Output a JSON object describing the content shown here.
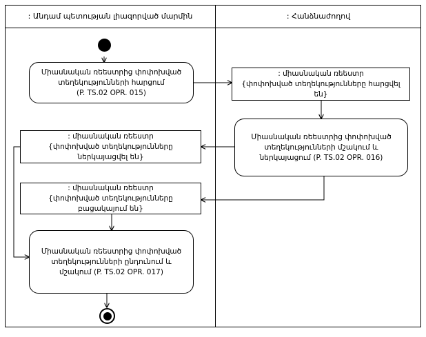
{
  "diagram": {
    "type": "uml-activity-diagram",
    "swimlanes": [
      {
        "id": "lane-left",
        "title": ": Անդամ պետության լիազորված մարմին"
      },
      {
        "id": "lane-right",
        "title": ": Հանձնաժողով"
      }
    ],
    "nodes": [
      {
        "id": "initial",
        "kind": "initial",
        "lane": "lane-left"
      },
      {
        "id": "act-015",
        "kind": "activity",
        "lane": "lane-left",
        "line1": "Միասնական ռեեստրից փոփոխված",
        "line2": "տեղեկությունների հարցում",
        "line3": "(P. TS.02 OPR. 015)"
      },
      {
        "id": "state-requested",
        "kind": "state",
        "lane": "lane-right",
        "line1": ": միասնական ռեեստր",
        "line2": "{փոփոխված տեղեկությունները հարցվել են}"
      },
      {
        "id": "act-016",
        "kind": "activity",
        "lane": "lane-right",
        "line1": "Միասնական ռեեստրից փոփոխված",
        "line2": "տեղեկությունների մշակում և",
        "line3": "ներկայացում (P. TS.02 OPR. 016)"
      },
      {
        "id": "state-presented",
        "kind": "state",
        "lane": "lane-left",
        "line1": ": միասնական ռեեստր",
        "line2": "{փոփոխված տեղեկությունները ներկայացվել են}"
      },
      {
        "id": "state-absent",
        "kind": "state",
        "lane": "lane-left",
        "line1": ": միասնական ռեեստր",
        "line2": "{փոփոխված տեղեկությունները բացակայում են}"
      },
      {
        "id": "act-017",
        "kind": "activity",
        "lane": "lane-left",
        "line1": "Միասնական ռեեստրից փոփոխված",
        "line2": "տեղեկությունների ընդունում և",
        "line3": "մշակում (P. TS.02 OPR. 017)"
      },
      {
        "id": "final",
        "kind": "final",
        "lane": "lane-left"
      }
    ],
    "colors": {
      "line": "#000000",
      "background": "#ffffff",
      "text": "#000000"
    }
  }
}
